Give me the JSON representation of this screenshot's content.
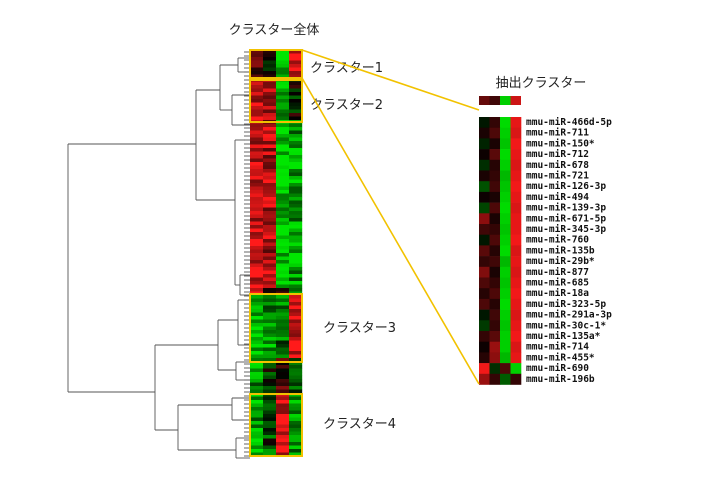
{
  "chart_data": {
    "type": "heatmap",
    "title": "クラスター全体",
    "detail_title": "抽出クラスター",
    "colors": {
      "high": "#ff1a1a",
      "low": "#00e600",
      "mid": "#000000",
      "highlight": "#f2c200"
    },
    "cluster_labels": [
      "クラスター1",
      "クラスター2",
      "クラスター3",
      "クラスター4"
    ],
    "columns": 4,
    "genes": [
      "mmu-miR-466d-5p",
      "mmu-miR-711",
      "mmu-miR-150*",
      "mmu-miR-712",
      "mmu-miR-678",
      "mmu-miR-721",
      "mmu-miR-126-3p",
      "mmu-miR-494",
      "mmu-miR-139-3p",
      "mmu-miR-671-5p",
      "mmu-miR-345-3p",
      "mmu-miR-760",
      "mmu-miR-135b",
      "mmu-miR-29b*",
      "mmu-miR-877",
      "mmu-miR-685",
      "mmu-miR-18a",
      "mmu-miR-323-5p",
      "mmu-miR-291a-3p",
      "mmu-miR-30c-1*",
      "mmu-miR-135a*",
      "mmu-miR-714",
      "mmu-miR-455*",
      "mmu-miR-690",
      "mmu-miR-196b"
    ],
    "detail_header_values": [
      0.4,
      0.25,
      -0.9,
      0.8
    ],
    "detail_values": [
      [
        -0.1,
        0.2,
        -0.95,
        0.9
      ],
      [
        0.1,
        0.3,
        -0.9,
        0.85
      ],
      [
        -0.15,
        0.1,
        -0.85,
        0.95
      ],
      [
        0.05,
        0.35,
        -0.95,
        0.9
      ],
      [
        -0.2,
        0.15,
        -0.9,
        0.85
      ],
      [
        0.1,
        0.2,
        -0.8,
        0.9
      ],
      [
        -0.35,
        0.25,
        -0.85,
        0.95
      ],
      [
        0.05,
        0.1,
        -0.9,
        0.9
      ],
      [
        -0.3,
        0.3,
        -0.95,
        0.85
      ],
      [
        0.55,
        0.1,
        -0.9,
        0.9
      ],
      [
        0.25,
        0.2,
        -0.85,
        0.9
      ],
      [
        -0.1,
        0.3,
        -0.9,
        0.95
      ],
      [
        0.35,
        0.15,
        -0.95,
        0.85
      ],
      [
        0.2,
        0.25,
        -0.8,
        0.9
      ],
      [
        0.5,
        0.1,
        -0.9,
        0.85
      ],
      [
        0.3,
        0.2,
        -0.85,
        0.9
      ],
      [
        0.15,
        0.3,
        -0.9,
        0.95
      ],
      [
        0.3,
        0.15,
        -0.95,
        0.9
      ],
      [
        -0.1,
        0.25,
        -0.9,
        0.85
      ],
      [
        -0.25,
        0.2,
        -0.85,
        0.9
      ],
      [
        0.2,
        0.35,
        -0.9,
        0.95
      ],
      [
        0.05,
        0.6,
        -0.9,
        0.85
      ],
      [
        0.15,
        0.55,
        -0.8,
        0.9
      ],
      [
        0.95,
        -0.2,
        0.3,
        -0.9
      ],
      [
        0.6,
        0.2,
        -0.4,
        0.2
      ]
    ]
  }
}
